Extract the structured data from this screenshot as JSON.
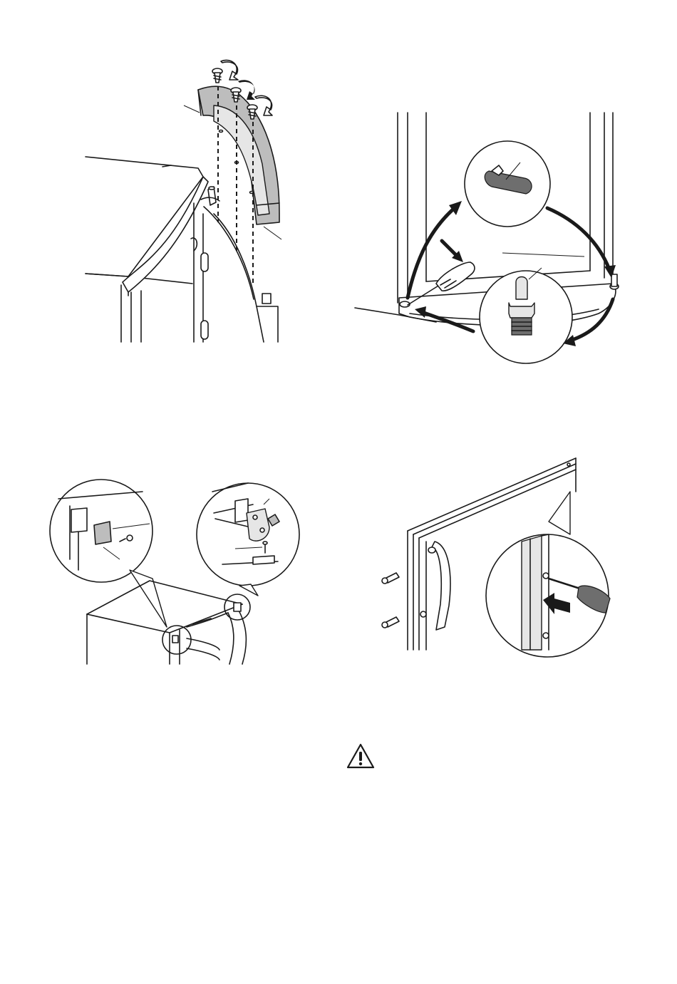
{
  "figures": [
    {
      "id": "fig-handle-top",
      "icon": "handle-removal-illustration"
    },
    {
      "id": "fig-door-pin",
      "icon": "hinge-pin-swap-illustration"
    },
    {
      "id": "fig-top-hinge",
      "icon": "top-hinge-caps-illustration"
    },
    {
      "id": "fig-door-handle",
      "icon": "door-handle-screws-illustration"
    }
  ],
  "warning": {
    "icon": "warning-triangle-icon",
    "color": "#1a1a1a"
  },
  "colors": {
    "line": "#1a1a1a",
    "shade": "#bdbdbd",
    "background": "#ffffff"
  }
}
